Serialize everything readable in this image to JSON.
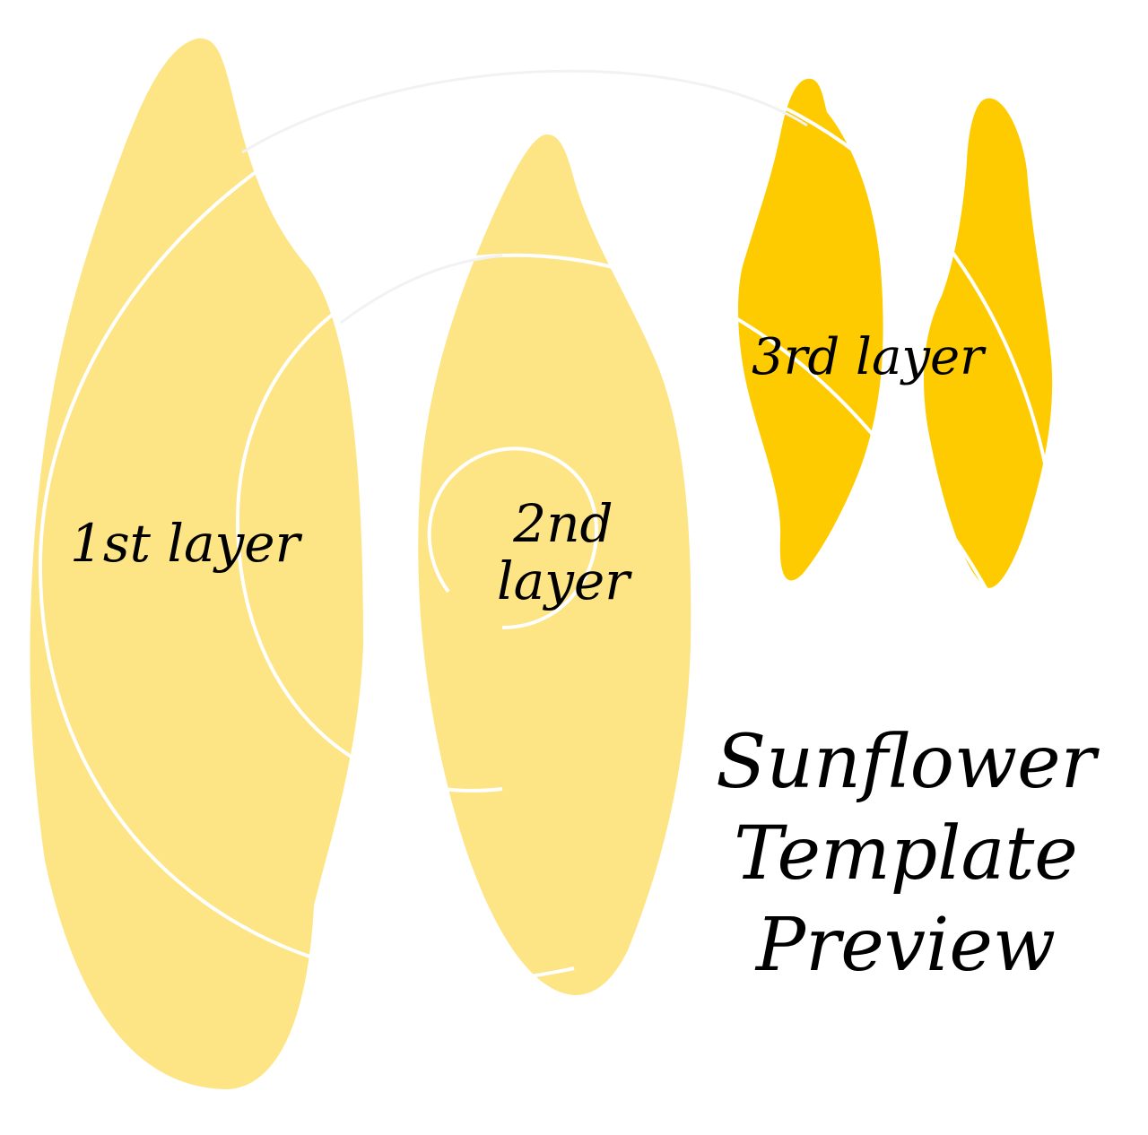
{
  "labels": {
    "layer1": "1st layer",
    "layer2_line1": "2nd",
    "layer2_line2": "layer",
    "layer3": "3rd layer"
  },
  "title": {
    "line1": "Sunflower",
    "line2": "Template",
    "line3": "Preview"
  },
  "colors": {
    "light_petal": "#FDE585",
    "dark_petal": "#FECB00",
    "spiral": "#FFFFFF"
  }
}
